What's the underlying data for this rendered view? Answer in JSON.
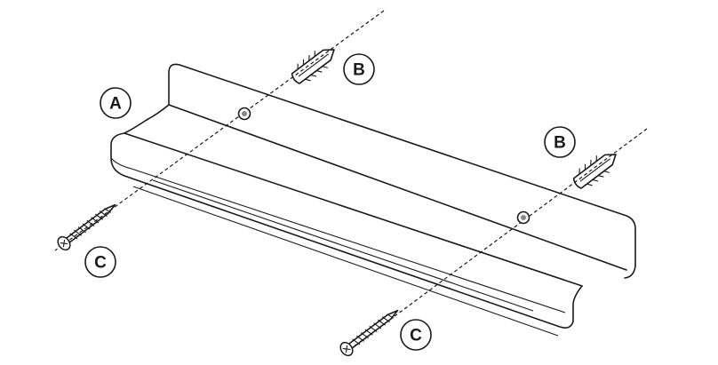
{
  "labels": {
    "shelf": "A",
    "anchor_left": "B",
    "anchor_right": "B",
    "screw_left": "C",
    "screw_right": "C"
  },
  "parts": {
    "shelf": "shelf-icon",
    "anchor": "wall-anchor-icon",
    "screw": "screw-icon"
  },
  "colors": {
    "line": "#1a1a1a",
    "background": "#ffffff"
  }
}
